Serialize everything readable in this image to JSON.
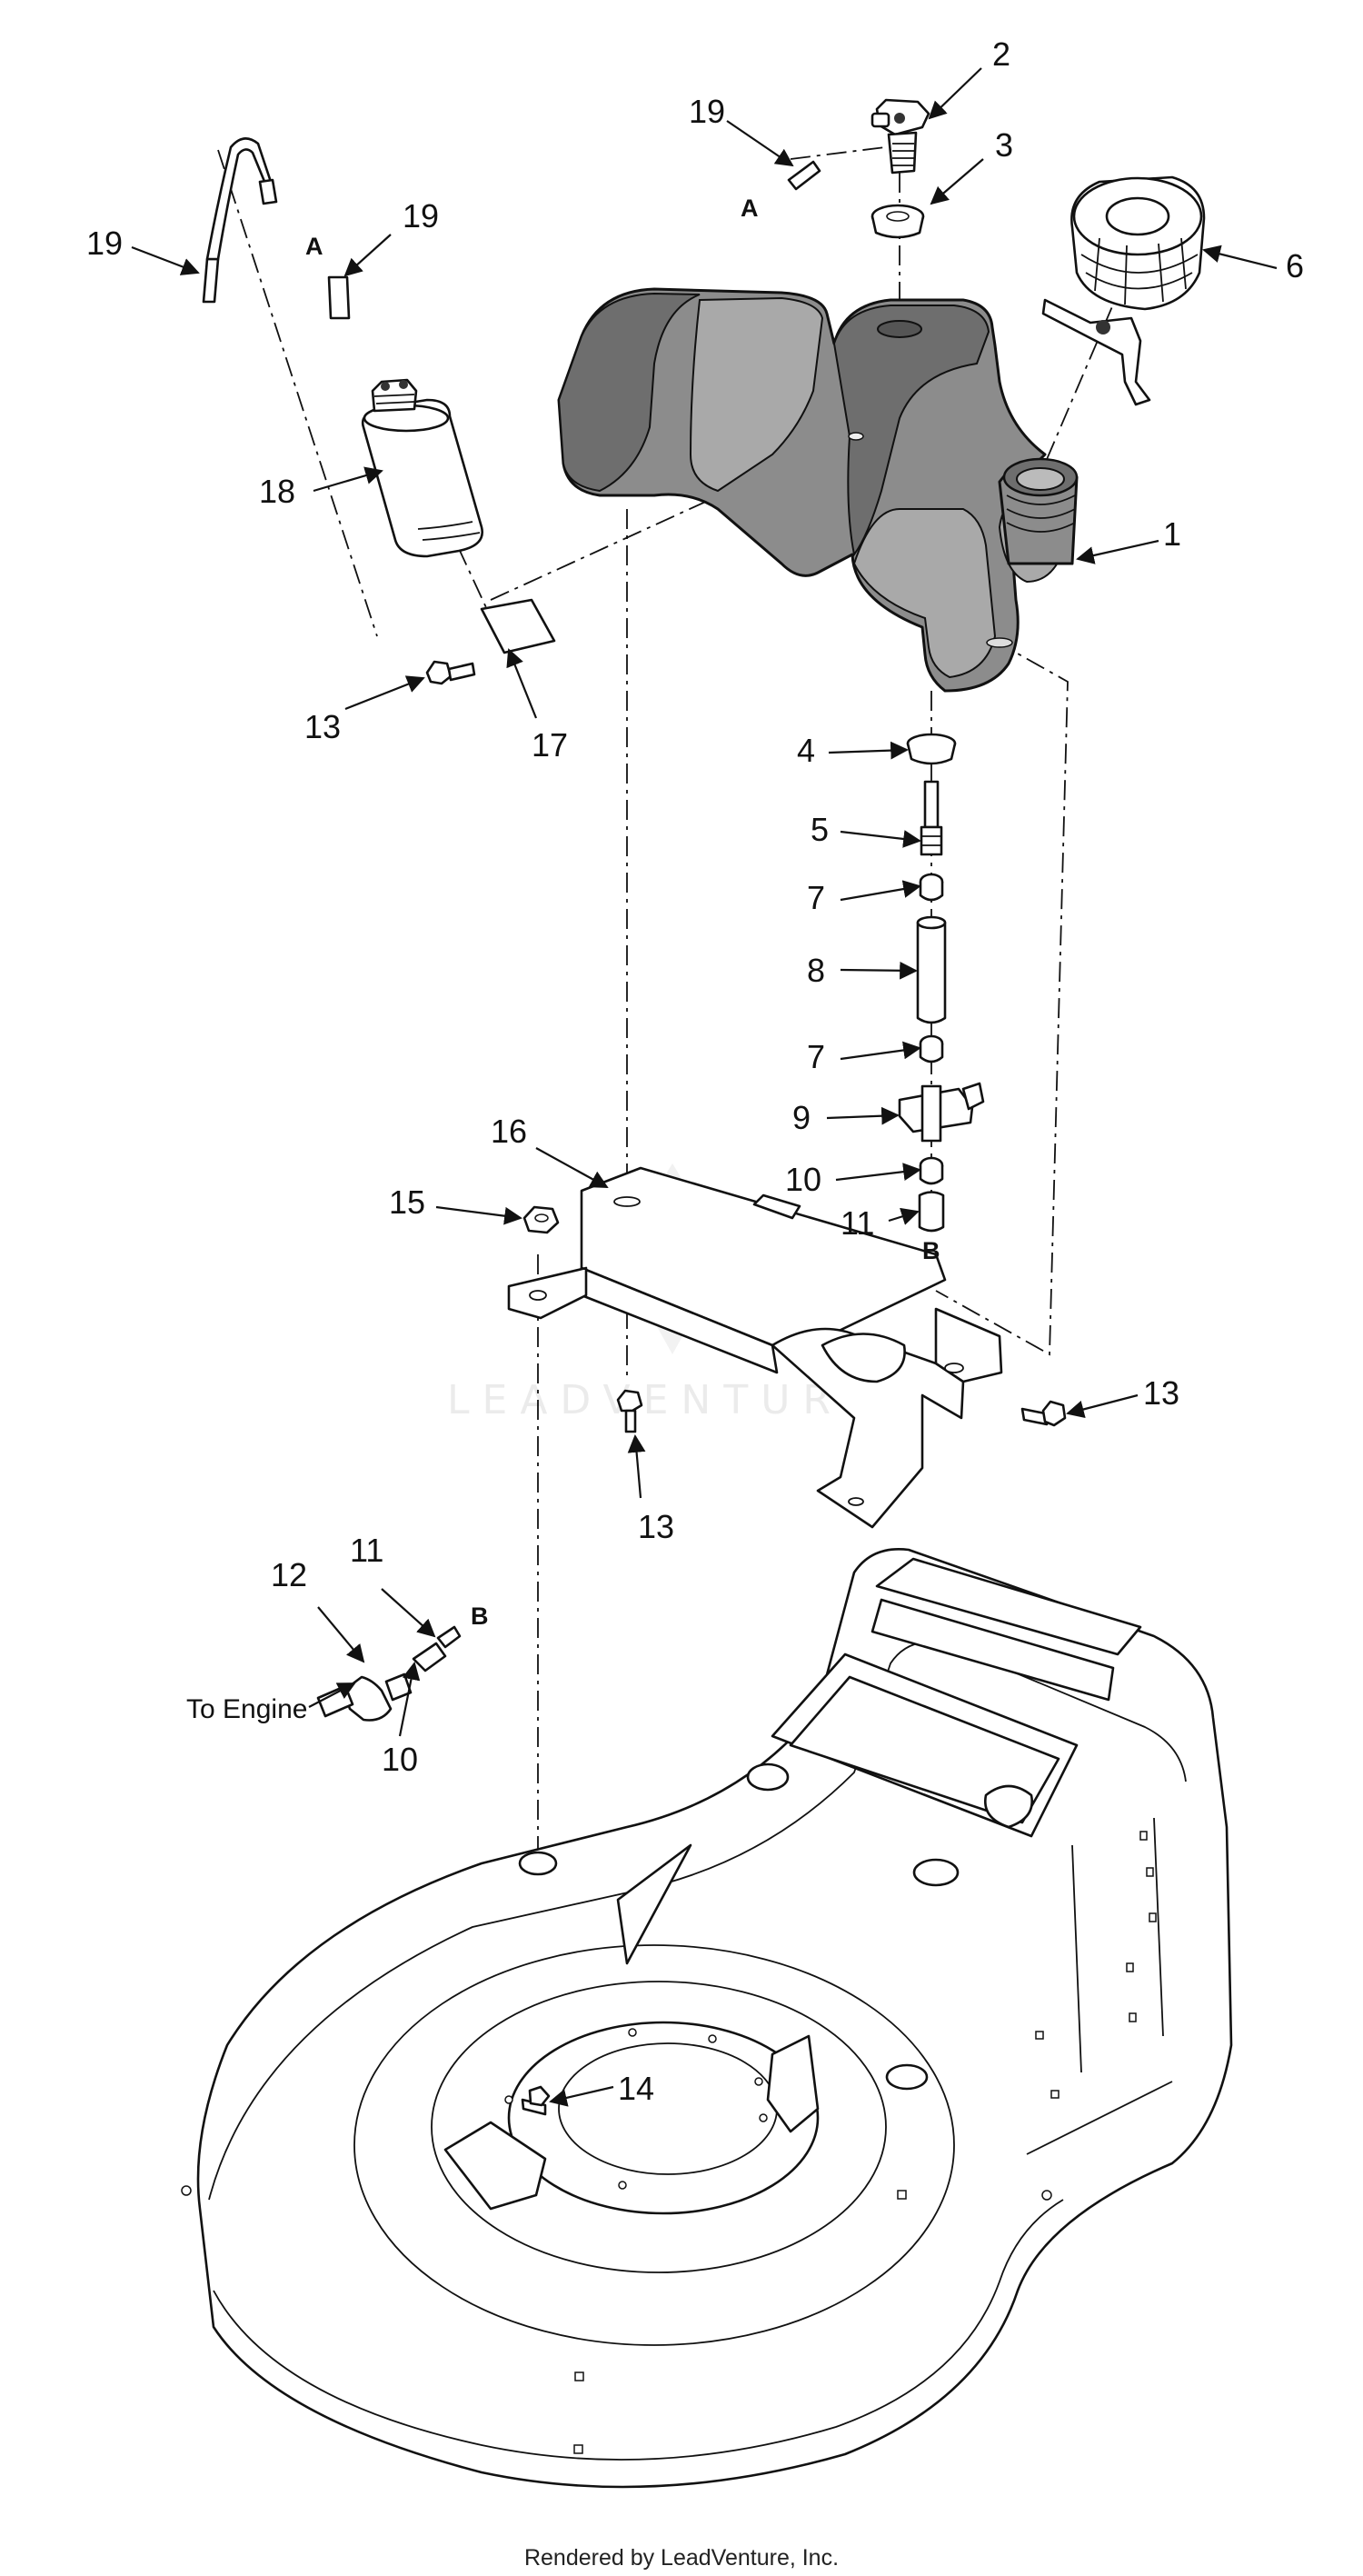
{
  "callouts": [
    {
      "id": "c19a",
      "text": "19"
    },
    {
      "id": "c19b",
      "text": "19"
    },
    {
      "id": "c19c",
      "text": "19"
    },
    {
      "id": "c2",
      "text": "2"
    },
    {
      "id": "c3",
      "text": "3"
    },
    {
      "id": "c6",
      "text": "6"
    },
    {
      "id": "c1",
      "text": "1"
    },
    {
      "id": "c18",
      "text": "18"
    },
    {
      "id": "c13a",
      "text": "13"
    },
    {
      "id": "c17",
      "text": "17"
    },
    {
      "id": "c4",
      "text": "4"
    },
    {
      "id": "c5",
      "text": "5"
    },
    {
      "id": "c7a",
      "text": "7"
    },
    {
      "id": "c8",
      "text": "8"
    },
    {
      "id": "c7b",
      "text": "7"
    },
    {
      "id": "c9",
      "text": "9"
    },
    {
      "id": "c10a",
      "text": "10"
    },
    {
      "id": "c11a",
      "text": "11"
    },
    {
      "id": "c16",
      "text": "16"
    },
    {
      "id": "c15",
      "text": "15"
    },
    {
      "id": "c13b",
      "text": "13"
    },
    {
      "id": "c13c",
      "text": "13"
    },
    {
      "id": "c11b",
      "text": "11"
    },
    {
      "id": "c12",
      "text": "12"
    },
    {
      "id": "c10b",
      "text": "10"
    },
    {
      "id": "c14",
      "text": "14"
    }
  ],
  "connectors": {
    "a1": "A",
    "a2": "A",
    "b1": "B",
    "b2": "B"
  },
  "to_engine": "To Engine",
  "watermark": "LEADVENTURE",
  "footer": "Rendered by LeadVenture, Inc."
}
